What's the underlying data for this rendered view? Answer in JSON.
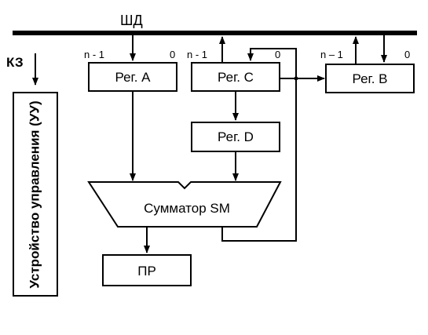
{
  "bus": {
    "label": "ШД"
  },
  "kz": {
    "label": "КЗ"
  },
  "control_unit": {
    "label": "Устройство управления (УУ)"
  },
  "registers": {
    "a": {
      "label": "Рег. А",
      "msb": "n - 1",
      "lsb": "0"
    },
    "c": {
      "label": "Рег. C",
      "msb": "n - 1",
      "lsb": "0"
    },
    "b": {
      "label": "Рег. В",
      "msb": "n – 1",
      "lsb": "0"
    },
    "d": {
      "label": "Рег. D"
    }
  },
  "adder": {
    "label": "Сумматор SM"
  },
  "result": {
    "label": "ПР"
  },
  "colors": {
    "line": "#000000",
    "background": "#ffffff"
  }
}
